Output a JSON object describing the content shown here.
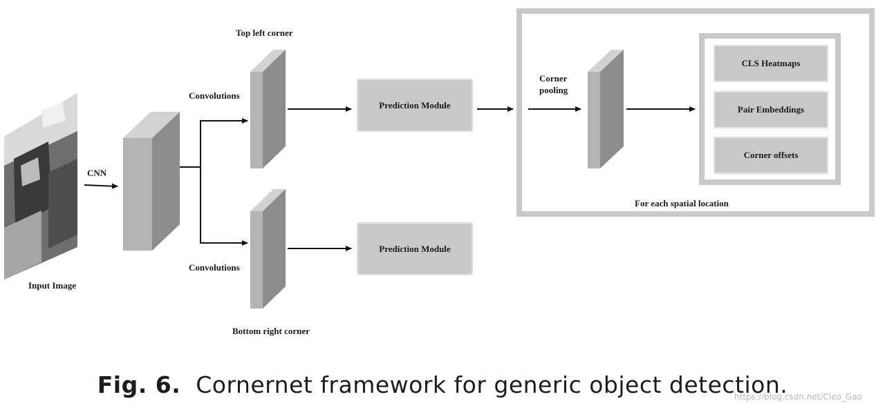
{
  "labels": {
    "top_left_corner": "Top left corner",
    "bottom_right_corner": "Bottom right corner",
    "convolutions_top": "Convolutions",
    "convolutions_bottom": "Convolutions",
    "cnn": "CNN",
    "input_image": "Input Image",
    "corner_pooling": "Corner\npooling",
    "for_each_spatial_location": "For each spatial location"
  },
  "boxes": {
    "prediction_top": "Prediction Module",
    "prediction_bottom": "Prediction Module",
    "cls_heatmaps": "CLS Heatmaps",
    "pair_embeddings": "Pair Embeddings",
    "corner_offsets": "Corner offsets"
  },
  "caption": {
    "prefix": "Fig. 6.",
    "text": "Cornernet framework for generic object detection."
  },
  "watermark": "https://blog.csdn.net/Cleo_Gao",
  "colors": {
    "block_front": "#b4b4b4",
    "block_side": "#8c8c8c",
    "block_top": "#d2d2d2",
    "box_fill": "#c8c8c8",
    "frame": "#c9c9c9",
    "arrow": "#111111"
  }
}
